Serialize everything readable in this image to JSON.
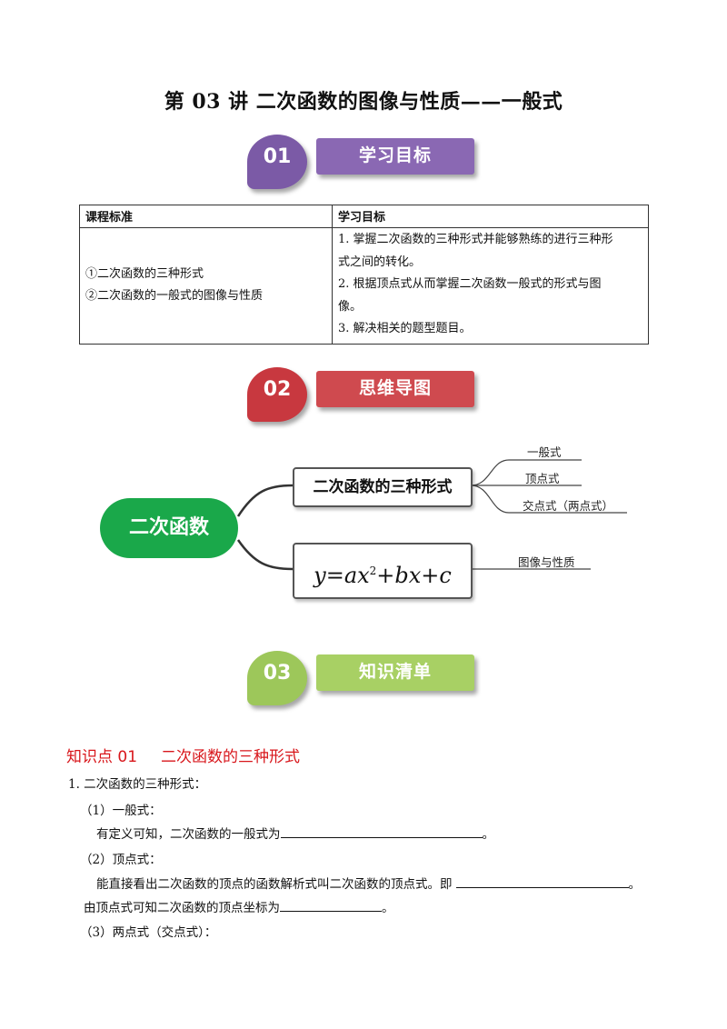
{
  "title": "第 03 讲  二次函数的图像与性质——一般式",
  "sections": [
    {
      "number": "01",
      "label": "学习目标",
      "circle_color": "#7b5aa6",
      "label_color": "#8a68b3"
    },
    {
      "number": "02",
      "label": "思维导图",
      "circle_color": "#c8383f",
      "label_color": "#cf4a4f"
    },
    {
      "number": "03",
      "label": "知识清单",
      "circle_color": "#9dc75a",
      "label_color": "#a8d064"
    }
  ],
  "objectives_table": {
    "headers": [
      "课程标准",
      "学习目标"
    ],
    "standards": [
      "①二次函数的三种形式",
      "②二次函数的一般式的图像与性质"
    ],
    "goals": [
      "1. 掌握二次函数的三种形式并能够熟练的进行三种形",
      "式之间的转化。",
      "2. 根据顶点式从而掌握二次函数一般式的形式与图",
      "像。",
      "3. 解决相关的题型题目。"
    ]
  },
  "mindmap": {
    "center": "二次函数",
    "center_color": "#1aa84a",
    "node1": "二次函数的三种形式",
    "node1_branches": [
      "一般式",
      "顶点式",
      "交点式（两点式）"
    ],
    "node2_formula": {
      "y": "y",
      "eq": "=",
      "a": "ax",
      "exp": "2",
      "rest": "+bx+c"
    },
    "node2_branch": "图像与性质"
  },
  "knowledge": {
    "heading_num": "知识点 01",
    "heading_text": "二次函数的三种形式",
    "item1": "1. 二次函数的三种形式：",
    "sub1": "（1）一般式：",
    "sub1_text": "有定义可知，二次函数的一般式为",
    "period": "。",
    "sub2": "（2）顶点式：",
    "sub2_text": "能直接看出二次函数的顶点的函数解析式叫二次函数的顶点式。即",
    "sub2_text2": "由顶点式可知二次函数的顶点坐标为",
    "sub3": "（3）两点式（交点式）："
  },
  "accent_red": "#d8161b"
}
